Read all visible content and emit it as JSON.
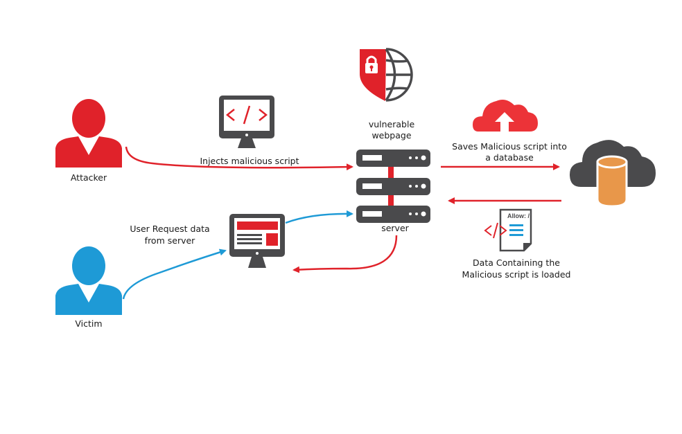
{
  "diagram": {
    "title": "Stored Cross-Site Scripting Attack Flow",
    "colors": {
      "red": "#e0222a",
      "blue": "#1e9ad6",
      "dark_gray": "#4a4a4c",
      "orange": "#e8974a",
      "text": "#1a1a1a"
    },
    "nodes": {
      "attacker": {
        "label": "Attacker",
        "icon": "person-icon"
      },
      "victim": {
        "label": "Victim",
        "icon": "person-icon"
      },
      "script_monitor": {
        "icon": "code-monitor-icon",
        "code_glyph": "</>"
      },
      "browser_monitor": {
        "icon": "webpage-monitor-icon"
      },
      "vulnerable_webpage": {
        "label_line1": "vulnerable",
        "label_line2": "webpage",
        "icon": "shield-lock-globe-icon"
      },
      "server": {
        "label": "server",
        "icon": "server-rack-icon"
      },
      "upload_cloud": {
        "icon": "cloud-upload-icon"
      },
      "database": {
        "icon": "cloud-database-icon"
      },
      "document": {
        "icon": "code-document-icon",
        "header_text": "Allow: /",
        "code_glyph": "</>"
      }
    },
    "edges": {
      "inject": {
        "label": "Injects malicious script"
      },
      "save": {
        "label_line1": "Saves Malicious script into",
        "label_line2": "a database"
      },
      "request": {
        "label_line1": "User Request data",
        "label_line2": "from server"
      },
      "loaded": {
        "label_line1": "Data Containing the",
        "label_line2": "Malicious script is loaded"
      }
    }
  }
}
